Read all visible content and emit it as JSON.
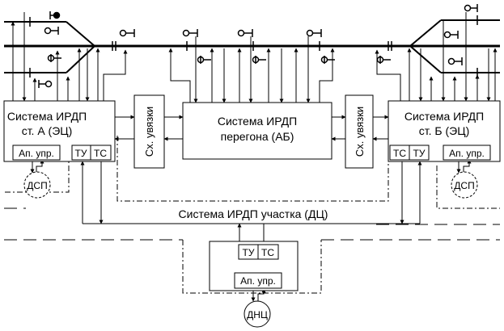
{
  "station_a": {
    "title_line1": "Система ИРДП",
    "title_line2": "ст. А (ЭЦ)",
    "control_unit": "Ап. упр.",
    "tu": "ТУ",
    "ts": "ТС",
    "operator": "ДСП"
  },
  "station_b": {
    "title_line1": "Система ИРДП",
    "title_line2": "ст. Б (ЭЦ)",
    "control_unit": "Ап. упр.",
    "tu": "ТУ",
    "ts": "ТС",
    "operator": "ДСП"
  },
  "interlink_left": "Сх. увязки",
  "interlink_right": "Сх. увязки",
  "haul": {
    "title_line1": "Система ИРДП",
    "title_line2": "перегона (АБ)"
  },
  "section_label": "Система ИРДП участка (ДЦ)",
  "dispatcher": {
    "tu": "ТУ",
    "ts": "ТС",
    "control_unit": "Ап. упр.",
    "operator": "ДНЦ"
  }
}
